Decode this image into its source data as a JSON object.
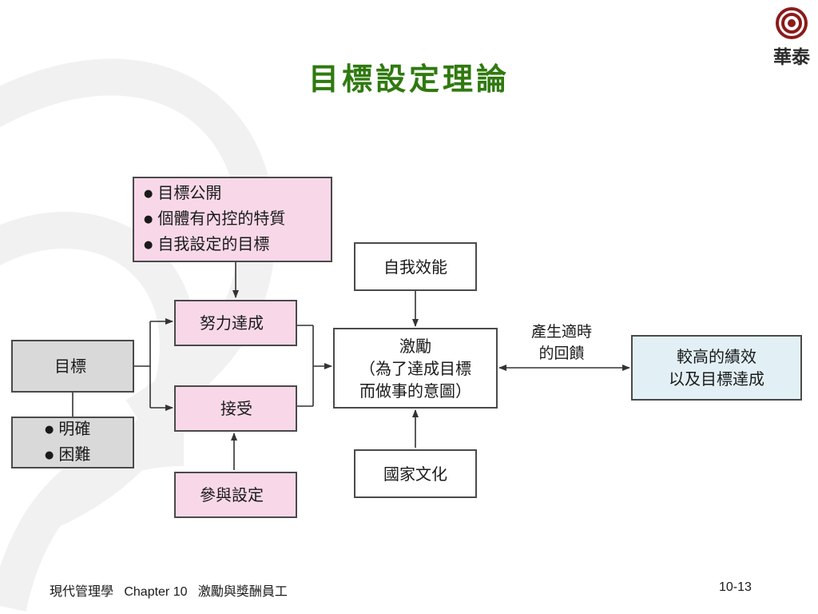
{
  "title": "目標設定理論",
  "logo": {
    "text": "華泰"
  },
  "boxes": {
    "goal_traits": [
      "目標公開",
      "個體有內控的特質",
      "自我設定的目標"
    ],
    "effort": "努力達成",
    "acceptance": "接受",
    "participation": "參與設定",
    "goal": "目標",
    "goal_props": [
      "明確",
      "困難"
    ],
    "self_efficacy": "自我效能",
    "motivation": [
      "激勵",
      "（為了達成目標",
      "而做事的意圖）"
    ],
    "culture": "國家文化",
    "outcome": [
      "較高的績效",
      "以及目標達成"
    ]
  },
  "feedback_label": [
    "產生適時",
    "的回饋"
  ],
  "footer": {
    "text": "現代管理學   Chapter 10   激勵與獎酬員工",
    "page": "10-13"
  },
  "colors": {
    "title": "#2f7a0f",
    "pink_box": "#f8d8e8",
    "gray_box": "#d9d9d9",
    "blue_box": "#e2f0f6",
    "logo": "#8b1a1a"
  }
}
